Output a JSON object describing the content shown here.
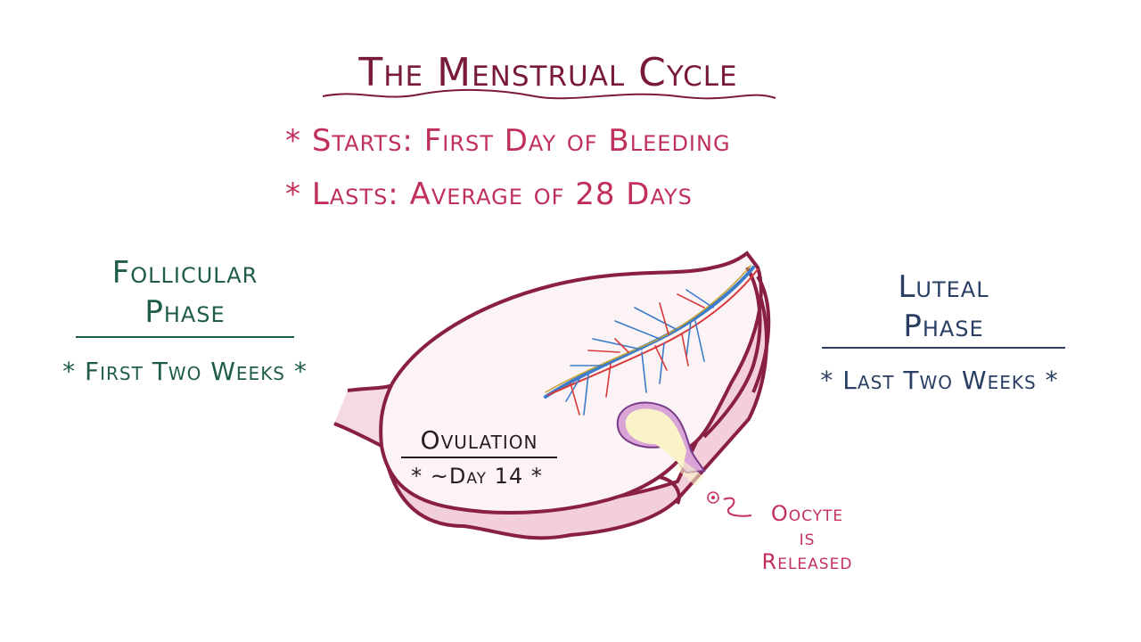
{
  "title": "The Menstrual Cycle",
  "bullets": [
    {
      "marker": "*",
      "label": "Starts:",
      "text": "First Day of Bleeding"
    },
    {
      "marker": "*",
      "label": "Lasts:",
      "text": "Average of 28 Days"
    }
  ],
  "follicular": {
    "line1": "Follicular",
    "line2": "Phase",
    "weeks": "* First Two Weeks *"
  },
  "luteal": {
    "line1": "Luteal",
    "line2": "Phase",
    "weeks": "* Last Two Weeks *"
  },
  "ovulation": {
    "label": "Ovulation",
    "day": "* ~Day 14 *"
  },
  "oocyte": {
    "line1": "Oocyte",
    "line2": "is",
    "line3": "Released"
  },
  "colors": {
    "title": "#7a1a3a",
    "bullets": "#c0305a",
    "follicular": "#1f5e45",
    "luteal": "#2a3f63",
    "ovary_outline": "#8a1f45",
    "ovary_fill": "#fbf3f6"
  }
}
